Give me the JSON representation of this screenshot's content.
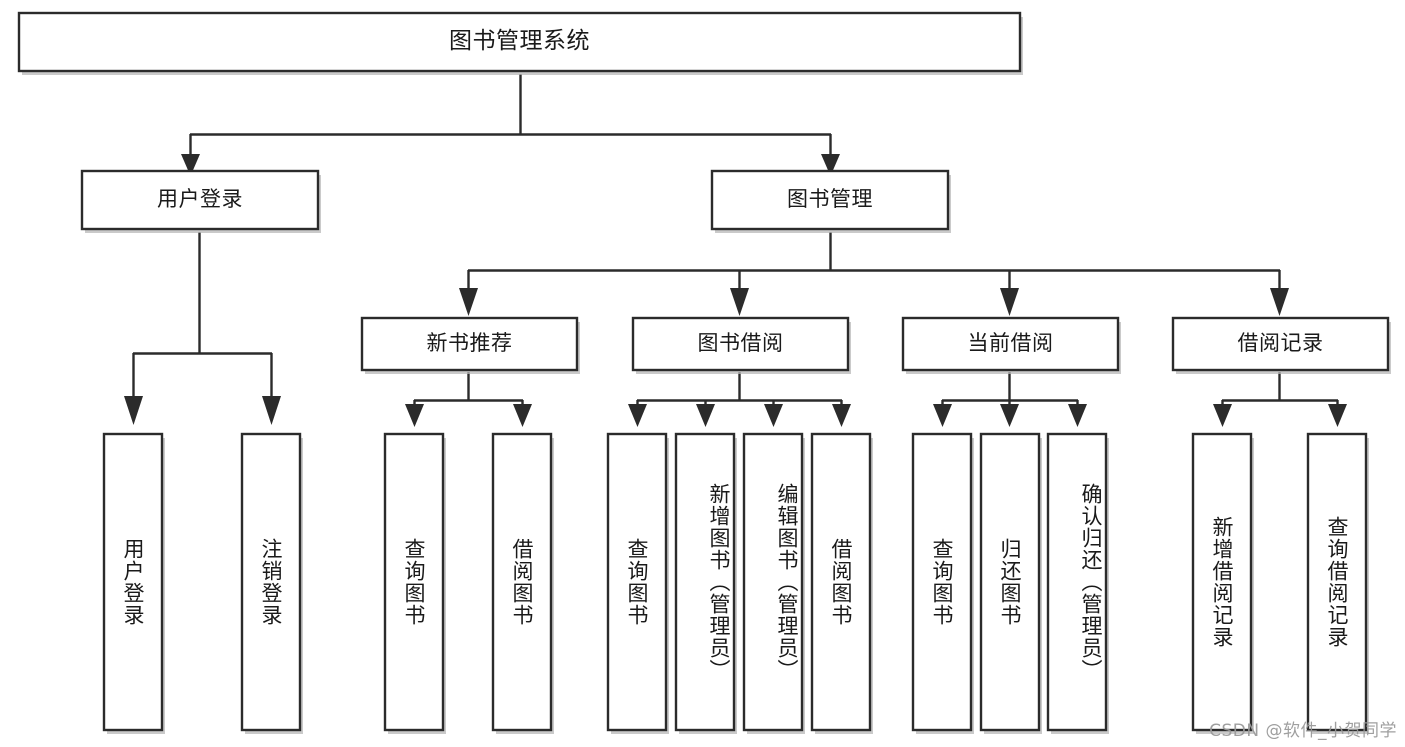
{
  "diagram": {
    "type": "hierarchy-tree",
    "title": "图书管理系统",
    "orientation": "top-down",
    "colors": {
      "stroke": "#2b2b2b",
      "fill": "#ffffff",
      "text": "#1a1a1a",
      "shadow": "#b8b8b8",
      "watermark": "#9a9a9a"
    },
    "levels": [
      {
        "level": 0,
        "nodes": [
          {
            "id": "root",
            "label": "图书管理系统",
            "orientation": "horizontal"
          }
        ]
      },
      {
        "level": 1,
        "nodes": [
          {
            "id": "login",
            "label": "用户登录",
            "orientation": "horizontal",
            "parent": "root"
          },
          {
            "id": "bookmgmt",
            "label": "图书管理",
            "orientation": "horizontal",
            "parent": "root"
          }
        ]
      },
      {
        "level": 2,
        "nodes": [
          {
            "id": "newbook",
            "label": "新书推荐",
            "orientation": "horizontal",
            "parent": "bookmgmt"
          },
          {
            "id": "borrow",
            "label": "图书借阅",
            "orientation": "horizontal",
            "parent": "bookmgmt"
          },
          {
            "id": "current",
            "label": "当前借阅",
            "orientation": "horizontal",
            "parent": "bookmgmt"
          },
          {
            "id": "records",
            "label": "借阅记录",
            "orientation": "horizontal",
            "parent": "bookmgmt"
          }
        ]
      },
      {
        "level": 3,
        "nodes": [
          {
            "id": "leaf-user-login",
            "label": "用户登录",
            "orientation": "vertical",
            "parent": "login"
          },
          {
            "id": "leaf-user-logout",
            "label": "注销登录",
            "orientation": "vertical",
            "parent": "login"
          },
          {
            "id": "leaf-query-book-1",
            "label": "查询图书",
            "orientation": "vertical",
            "parent": "newbook"
          },
          {
            "id": "leaf-borrow-book-1",
            "label": "借阅图书",
            "orientation": "vertical",
            "parent": "newbook"
          },
          {
            "id": "leaf-query-book-2",
            "label": "查询图书",
            "orientation": "vertical",
            "parent": "borrow"
          },
          {
            "id": "leaf-add-book",
            "label": "新增图书（管理员）",
            "orientation": "vertical",
            "parent": "borrow"
          },
          {
            "id": "leaf-edit-book",
            "label": "编辑图书（管理员）",
            "orientation": "vertical",
            "parent": "borrow"
          },
          {
            "id": "leaf-borrow-book-2",
            "label": "借阅图书",
            "orientation": "vertical",
            "parent": "borrow"
          },
          {
            "id": "leaf-query-book-3",
            "label": "查询图书",
            "orientation": "vertical",
            "parent": "current"
          },
          {
            "id": "leaf-return-book",
            "label": "归还图书",
            "orientation": "vertical",
            "parent": "current"
          },
          {
            "id": "leaf-confirm-return",
            "label": "确认归还（管理员）",
            "orientation": "vertical",
            "parent": "current"
          },
          {
            "id": "leaf-add-record",
            "label": "新增借阅记录",
            "orientation": "vertical",
            "parent": "records"
          },
          {
            "id": "leaf-query-record",
            "label": "查询借阅记录",
            "orientation": "vertical",
            "parent": "records"
          }
        ]
      }
    ]
  },
  "watermark": {
    "text": "CSDN @软件_小贺同学"
  }
}
